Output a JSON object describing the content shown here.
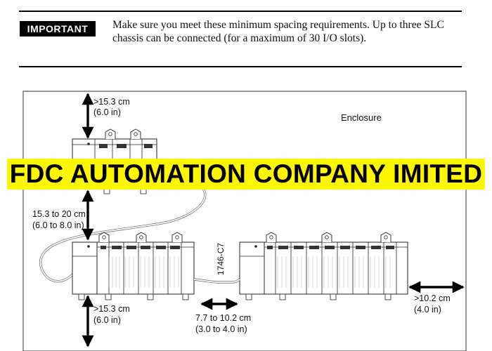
{
  "important_note": {
    "badge": "IMPORTANT",
    "text": "Make sure you meet these minimum spacing requirements. Up to three SLC chassis can be connected (for a maximum of 30 I/O slots)."
  },
  "diagram": {
    "enclosure_label": "Enclosure",
    "top_clearance": {
      "metric": ">15.3 cm",
      "imperial": "(6.0 in)"
    },
    "vertical_spacing": {
      "metric": "15.3 to 20 cm",
      "imperial": "(6.0 to 8.0 in)"
    },
    "bottom_clearance": {
      "metric": ">15.3 cm",
      "imperial": "(6.0 in)"
    },
    "horizontal_spacing": {
      "metric": "7.7 to 10.2 cm",
      "imperial": "(3.0 to 4.0 in)"
    },
    "right_clearance": {
      "metric": ">10.2 cm",
      "imperial": "(4.0 in)"
    },
    "cable_label": "1746-C7"
  },
  "watermark": "FDC AUTOMATION COMPANY IMITED"
}
